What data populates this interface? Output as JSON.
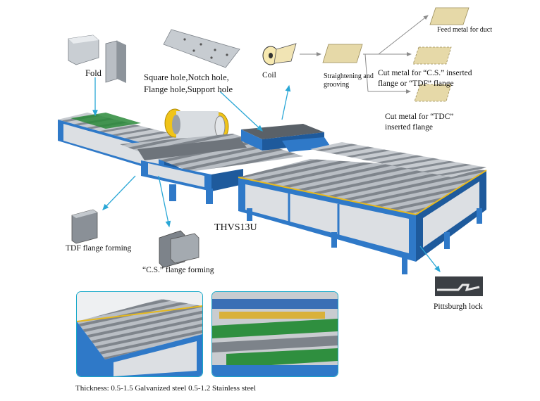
{
  "colors": {
    "frame_blue": "#2f79c8",
    "frame_dark": "#1e5a9c",
    "panel_grey": "#dcdfe3",
    "roller": "#9aa0a6",
    "roller_edge": "#e6b91e",
    "arrow": "#2aa7d6",
    "flow_line": "#8c8c8c",
    "sheet": "#e6d9a8",
    "coil_yellow": "#f0c419"
  },
  "labels": {
    "fold": "Fold",
    "holes_line1": "Square hole,Notch hole,",
    "holes_line2": "Flange hole,Support hole",
    "model": "THVS13U",
    "tdf_forming": "TDF flange forming",
    "cs_forming": "“C.S.” flange forming",
    "pittsburgh": "Pittsburgh lock",
    "thickness": "Thickness: 0.5-1.5 Galvanized steel  0.5-1.2 Stainless steel"
  },
  "flow": {
    "coil": "Coil",
    "straightening_line1": "Straightening and",
    "straightening_line2": "grooving",
    "feed": "Feed metal for duct",
    "cut_cs_line1": "Cut metal for “C.S.” inserted",
    "cut_cs_line2": "flange or “TDF” flange",
    "cut_tdc_line1": "Cut metal for “TDC”",
    "cut_tdc_line2": "inserted flange"
  },
  "icons": [
    "coil-icon",
    "sheet-icon",
    "fold-part-icon",
    "perforated-plate-icon",
    "tdf-profile-icon",
    "cs-profile-icon",
    "pittsburgh-lock-icon"
  ]
}
